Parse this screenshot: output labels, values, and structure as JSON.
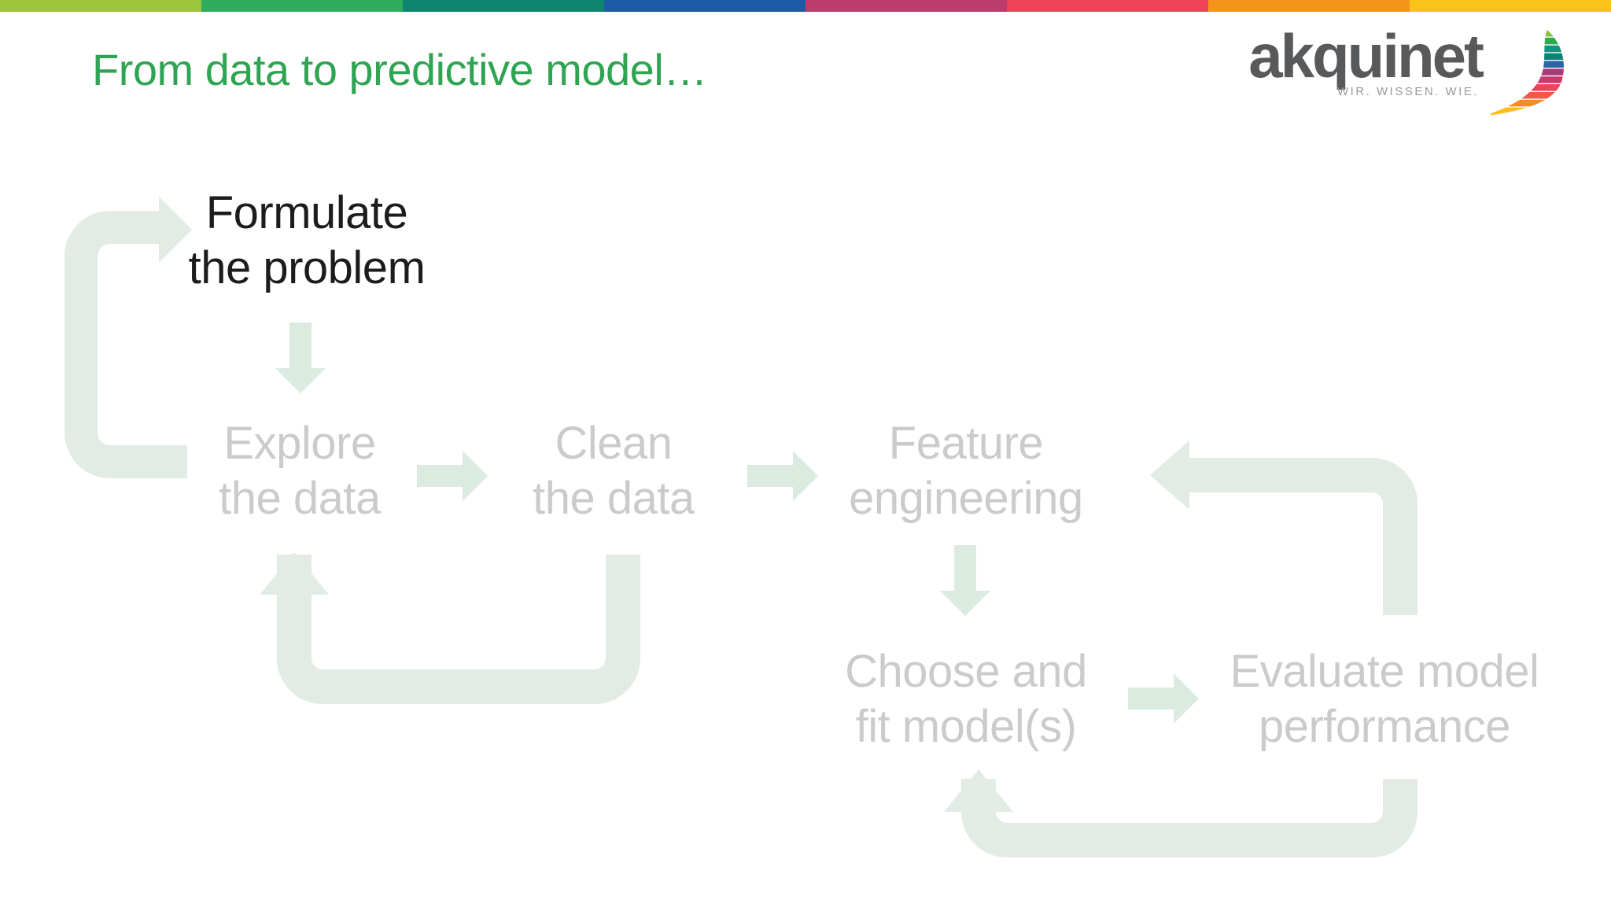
{
  "slide": {
    "title": "From data to predictive model…"
  },
  "top_stripe": {
    "colors": [
      "#9dc63e",
      "#2fab5c",
      "#0d8670",
      "#1d5ba6",
      "#bc3c6c",
      "#ef4358",
      "#f6931d",
      "#fcc21c"
    ]
  },
  "logo": {
    "brand": "akquinet",
    "tagline": "WIR. WISSEN. WIE.",
    "sail_stripes": [
      "#8dbf3c",
      "#2fa94f",
      "#18927e",
      "#0c8274",
      "#2b64a7",
      "#a93a79",
      "#c83a6c",
      "#e8455c",
      "#ef5a43",
      "#f68c1e",
      "#fbbd18"
    ]
  },
  "theme": {
    "bg": "#ffffff",
    "title_green": "#2fa452",
    "active_text": "#1c1c1c",
    "faded_text": "#c9ccca",
    "arrow": "#dcebdf",
    "loop": "#e2ece5",
    "logo_gray": "#58595b",
    "tagline_gray": "#97999b"
  },
  "diagram": {
    "steps": [
      {
        "id": "formulate",
        "lines": [
          "Formulate",
          "the problem"
        ],
        "state": "active"
      },
      {
        "id": "explore",
        "lines": [
          "Explore",
          "the data"
        ],
        "state": "faded"
      },
      {
        "id": "clean",
        "lines": [
          "Clean",
          "the data"
        ],
        "state": "faded"
      },
      {
        "id": "feature",
        "lines": [
          "Feature",
          "engineering"
        ],
        "state": "faded"
      },
      {
        "id": "choose",
        "lines": [
          "Choose and",
          "fit model(s)"
        ],
        "state": "faded"
      },
      {
        "id": "evaluate",
        "lines": [
          "Evaluate model",
          "performance"
        ],
        "state": "faded"
      }
    ],
    "flows": [
      {
        "from": "formulate",
        "to": "explore",
        "type": "down-arrow"
      },
      {
        "from": "explore",
        "to": "clean",
        "type": "right-arrow"
      },
      {
        "from": "clean",
        "to": "feature",
        "type": "right-arrow"
      },
      {
        "from": "feature",
        "to": "choose",
        "type": "down-arrow"
      },
      {
        "from": "choose",
        "to": "evaluate",
        "type": "right-arrow"
      },
      {
        "from": "explore",
        "to": "formulate",
        "type": "loop-back"
      },
      {
        "from": "clean",
        "to": "explore",
        "type": "loop-back"
      },
      {
        "from": "evaluate",
        "to": "feature",
        "type": "loop-back"
      },
      {
        "from": "evaluate",
        "to": "choose",
        "type": "loop-back"
      }
    ]
  }
}
